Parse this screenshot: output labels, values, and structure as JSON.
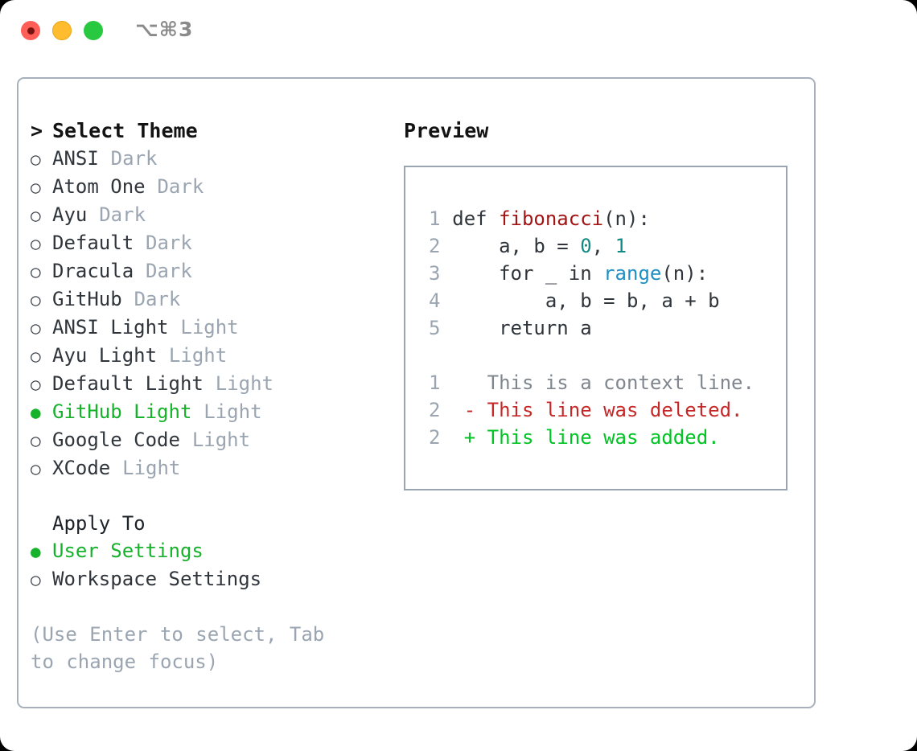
{
  "window": {
    "shortcut": "⌥⌘3",
    "traffic_lights": [
      {
        "name": "close",
        "color": "#ff5f57"
      },
      {
        "name": "minimize",
        "color": "#febc2e"
      },
      {
        "name": "maximize",
        "color": "#28c840"
      }
    ]
  },
  "theme_panel": {
    "heading": "Select Theme",
    "caret": ">",
    "marker_off": "○",
    "marker_on": "●",
    "accent_color": "#17b22c",
    "items": [
      {
        "name": "ANSI",
        "variant": "Dark",
        "selected": false
      },
      {
        "name": "Atom One",
        "variant": "Dark",
        "selected": false
      },
      {
        "name": "Ayu",
        "variant": "Dark",
        "selected": false
      },
      {
        "name": "Default",
        "variant": "Dark",
        "selected": false
      },
      {
        "name": "Dracula",
        "variant": "Dark",
        "selected": false
      },
      {
        "name": "GitHub",
        "variant": "Dark",
        "selected": false
      },
      {
        "name": "ANSI Light",
        "variant": "Light",
        "selected": false
      },
      {
        "name": "Ayu Light",
        "variant": "Light",
        "selected": false
      },
      {
        "name": "Default Light",
        "variant": "Light",
        "selected": false
      },
      {
        "name": "GitHub Light",
        "variant": "Light",
        "selected": true
      },
      {
        "name": "Google Code",
        "variant": "Light",
        "selected": false
      },
      {
        "name": "XCode",
        "variant": "Light",
        "selected": false
      }
    ]
  },
  "apply_to": {
    "heading": "Apply To",
    "items": [
      {
        "name": "User Settings",
        "selected": true
      },
      {
        "name": "Workspace Settings",
        "selected": false
      }
    ]
  },
  "hint": "(Use Enter to select, Tab to change focus)",
  "preview": {
    "heading": "Preview",
    "code_lines": [
      {
        "ln": "1",
        "tokens": [
          {
            "text": "def ",
            "cls": "tok-plain"
          },
          {
            "text": "fibonacci",
            "cls": "tok-fn"
          },
          {
            "text": "(n):",
            "cls": "tok-plain"
          }
        ]
      },
      {
        "ln": "2",
        "tokens": [
          {
            "text": "    a, b = ",
            "cls": "tok-plain"
          },
          {
            "text": "0",
            "cls": "tok-num"
          },
          {
            "text": ", ",
            "cls": "tok-plain"
          },
          {
            "text": "1",
            "cls": "tok-num"
          }
        ]
      },
      {
        "ln": "3",
        "tokens": [
          {
            "text": "    for _ in ",
            "cls": "tok-plain"
          },
          {
            "text": "range",
            "cls": "tok-call"
          },
          {
            "text": "(n):",
            "cls": "tok-plain"
          }
        ]
      },
      {
        "ln": "4",
        "tokens": [
          {
            "text": "        a, b = b, a + b",
            "cls": "tok-plain"
          }
        ]
      },
      {
        "ln": "5",
        "tokens": [
          {
            "text": "    return a",
            "cls": "tok-plain"
          }
        ]
      }
    ],
    "diff_lines": [
      {
        "ln": "1",
        "tokens": [
          {
            "text": "   This is a context line.",
            "cls": "tok-ctx"
          }
        ]
      },
      {
        "ln": "2",
        "tokens": [
          {
            "text": " - This line was deleted.",
            "cls": "tok-del"
          }
        ]
      },
      {
        "ln": "2",
        "tokens": [
          {
            "text": " + This line was added.",
            "cls": "tok-add"
          }
        ]
      }
    ]
  }
}
